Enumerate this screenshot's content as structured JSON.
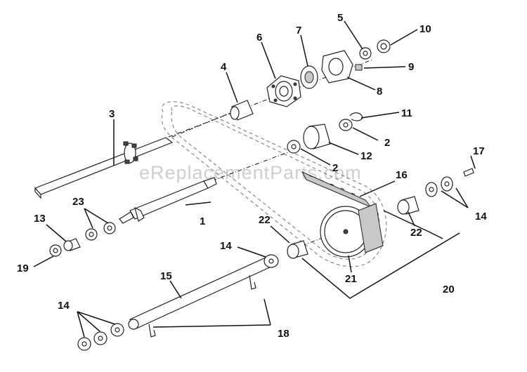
{
  "watermark": "eReplacementParts.com",
  "callouts": [
    {
      "id": "c1",
      "label": "1"
    },
    {
      "id": "c2a",
      "label": "2"
    },
    {
      "id": "c2b",
      "label": "2"
    },
    {
      "id": "c3",
      "label": "3"
    },
    {
      "id": "c4",
      "label": "4"
    },
    {
      "id": "c5",
      "label": "5"
    },
    {
      "id": "c6",
      "label": "6"
    },
    {
      "id": "c7",
      "label": "7"
    },
    {
      "id": "c8",
      "label": "8"
    },
    {
      "id": "c9",
      "label": "9"
    },
    {
      "id": "c10",
      "label": "10"
    },
    {
      "id": "c11",
      "label": "11"
    },
    {
      "id": "c12",
      "label": "12"
    },
    {
      "id": "c13",
      "label": "13"
    },
    {
      "id": "c14a",
      "label": "14"
    },
    {
      "id": "c14b",
      "label": "14"
    },
    {
      "id": "c14c",
      "label": "14"
    },
    {
      "id": "c15",
      "label": "15"
    },
    {
      "id": "c16",
      "label": "16"
    },
    {
      "id": "c17",
      "label": "17"
    },
    {
      "id": "c18",
      "label": "18"
    },
    {
      "id": "c19",
      "label": "19"
    },
    {
      "id": "c20",
      "label": "20"
    },
    {
      "id": "c21",
      "label": "21"
    },
    {
      "id": "c22a",
      "label": "22"
    },
    {
      "id": "c22b",
      "label": "22"
    },
    {
      "id": "c23",
      "label": "23"
    }
  ]
}
